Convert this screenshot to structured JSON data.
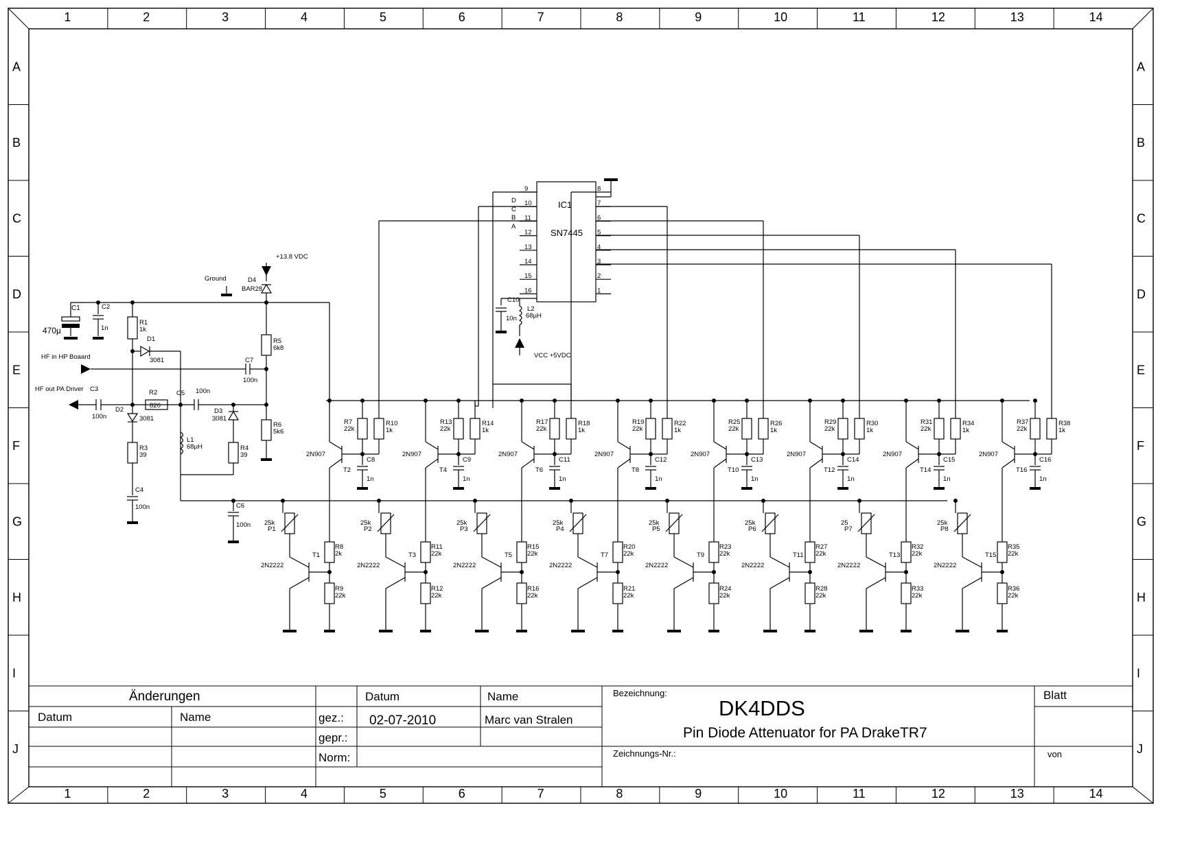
{
  "grid": {
    "columns": [
      "1",
      "2",
      "3",
      "4",
      "5",
      "6",
      "7",
      "8",
      "9",
      "10",
      "11",
      "12",
      "13",
      "14"
    ],
    "rows": [
      "A",
      "B",
      "C",
      "D",
      "E",
      "F",
      "G",
      "H",
      "I",
      "J"
    ]
  },
  "schematic": {
    "ic": {
      "ref": "IC1",
      "part": "SN7445",
      "left_pins": [
        "9",
        "10",
        "11",
        "12",
        "13",
        "14",
        "15",
        "16"
      ],
      "right_pins": [
        "8",
        "7",
        "6",
        "5",
        "4",
        "3",
        "2",
        "1"
      ],
      "inputs": [
        "D",
        "C",
        "B",
        "A"
      ]
    },
    "supply_high": "+13.8 VDC",
    "supply_low": "VCC +5VDC",
    "ground_label": "Ground",
    "hf_in": "HF in HP Boaard",
    "hf_out": "HF out PA Driver",
    "parts": {
      "C1": "C1",
      "C1_val": "470µ",
      "C2": "C2",
      "C2_val": "1n",
      "R1": "R1",
      "R1_val": "1k",
      "D1": "D1",
      "D1_val": "3081",
      "D4": "D4",
      "D4_val": "BAR28",
      "R5": "R5",
      "R5_val": "6k8",
      "C7": "C7",
      "C7_val": "100n",
      "C3": "C3",
      "C3_val": "100n",
      "D2": "D2",
      "D2_val": "3081",
      "R2": "R2",
      "R2_val": "820",
      "C5": "C5",
      "C5_val": "100n",
      "D3": "D3",
      "D3_val": "3081",
      "R6": "R6",
      "R6_val": "5k6",
      "R3": "R3",
      "R3_val": "39",
      "L1": "L1",
      "L1_val": "68µH",
      "R4": "R4",
      "R4_val": "39",
      "C4": "C4",
      "C4_val": "100n",
      "C6": "C6",
      "C6_val": "100n",
      "C10": "C10",
      "C10_val": "10n",
      "L2": "L2",
      "L2_val": "68µH"
    },
    "stages": [
      {
        "rb": "R7",
        "rbv": "22k",
        "rc": "R10",
        "rcv": "1k",
        "c": "C8",
        "cv": "1n",
        "tp": "T2",
        "tpt": "2N907",
        "p": "P1",
        "pv": "25k",
        "ru": "R8",
        "ruv": "2k",
        "rl": "R9",
        "rlv": "22k",
        "tn": "T1",
        "tnt": "2N2222"
      },
      {
        "rb": "R13",
        "rbv": "22k",
        "rc": "R14",
        "rcv": "1k",
        "c": "C9",
        "cv": "1n",
        "tp": "T4",
        "tpt": "2N907",
        "p": "P2",
        "pv": "25k",
        "ru": "R11",
        "ruv": "22k",
        "rl": "R12",
        "rlv": "22k",
        "tn": "T3",
        "tnt": "2N2222"
      },
      {
        "rb": "R17",
        "rbv": "22k",
        "rc": "R18",
        "rcv": "1k",
        "c": "C11",
        "cv": "1n",
        "tp": "T6",
        "tpt": "2N907",
        "p": "P3",
        "pv": "25k",
        "ru": "R15",
        "ruv": "22k",
        "rl": "R16",
        "rlv": "22k",
        "tn": "T5",
        "tnt": "2N2222"
      },
      {
        "rb": "R19",
        "rbv": "22k",
        "rc": "R22",
        "rcv": "1k",
        "c": "C12",
        "cv": "1n",
        "tp": "T8",
        "tpt": "2N907",
        "p": "P4",
        "pv": "25k",
        "ru": "R20",
        "ruv": "22k",
        "rl": "R21",
        "rlv": "22k",
        "tn": "T7",
        "tnt": "2N2222"
      },
      {
        "rb": "R25",
        "rbv": "22k",
        "rc": "R26",
        "rcv": "1k",
        "c": "C13",
        "cv": "1n",
        "tp": "T10",
        "tpt": "2N907",
        "p": "P5",
        "pv": "25k",
        "ru": "R23",
        "ruv": "22k",
        "rl": "R24",
        "rlv": "22k",
        "tn": "T9",
        "tnt": "2N2222"
      },
      {
        "rb": "R29",
        "rbv": "22k",
        "rc": "R30",
        "rcv": "1k",
        "c": "C14",
        "cv": "1n",
        "tp": "T12",
        "tpt": "2N907",
        "p": "P6",
        "pv": "25k",
        "ru": "R27",
        "ruv": "22k",
        "rl": "R28",
        "rlv": "22k",
        "tn": "T11",
        "tnt": "2N2222"
      },
      {
        "rb": "R31",
        "rbv": "22k",
        "rc": "R34",
        "rcv": "1k",
        "c": "C15",
        "cv": "1n",
        "tp": "T14",
        "tpt": "2N907",
        "p": "P7",
        "pv": "25",
        "ru": "R32",
        "ruv": "22k",
        "rl": "R33",
        "rlv": "22k",
        "tn": "T13",
        "tnt": "2N2222"
      },
      {
        "rb": "R37",
        "rbv": "22k",
        "rc": "R38",
        "rcv": "1k",
        "c": "C16",
        "cv": "1n",
        "tp": "T16",
        "tpt": "2N907",
        "p": "P8",
        "pv": "25k",
        "ru": "R35",
        "ruv": "22k",
        "rl": "R36",
        "rlv": "22k",
        "tn": "T15",
        "tnt": "2N2222"
      }
    ]
  },
  "title_block": {
    "changes_header": "Änderungen",
    "col_datum": "Datum",
    "col_name": "Name",
    "datum_header": "Datum",
    "name_header": "Name",
    "gez_label": "gez.:",
    "gepr_label": "gepr.:",
    "norm_label": "Norm:",
    "gez_date": "02-07-2010",
    "gez_name": "Marc van Stralen",
    "bezeichnung_label": "Bezeichnung:",
    "title": "DK4DDS",
    "subtitle": "Pin Diode Attenuator for PA DrakeTR7",
    "zeichnungs_label": "Zeichnungs-Nr.:",
    "blatt_label": "Blatt",
    "von_label": "von"
  }
}
